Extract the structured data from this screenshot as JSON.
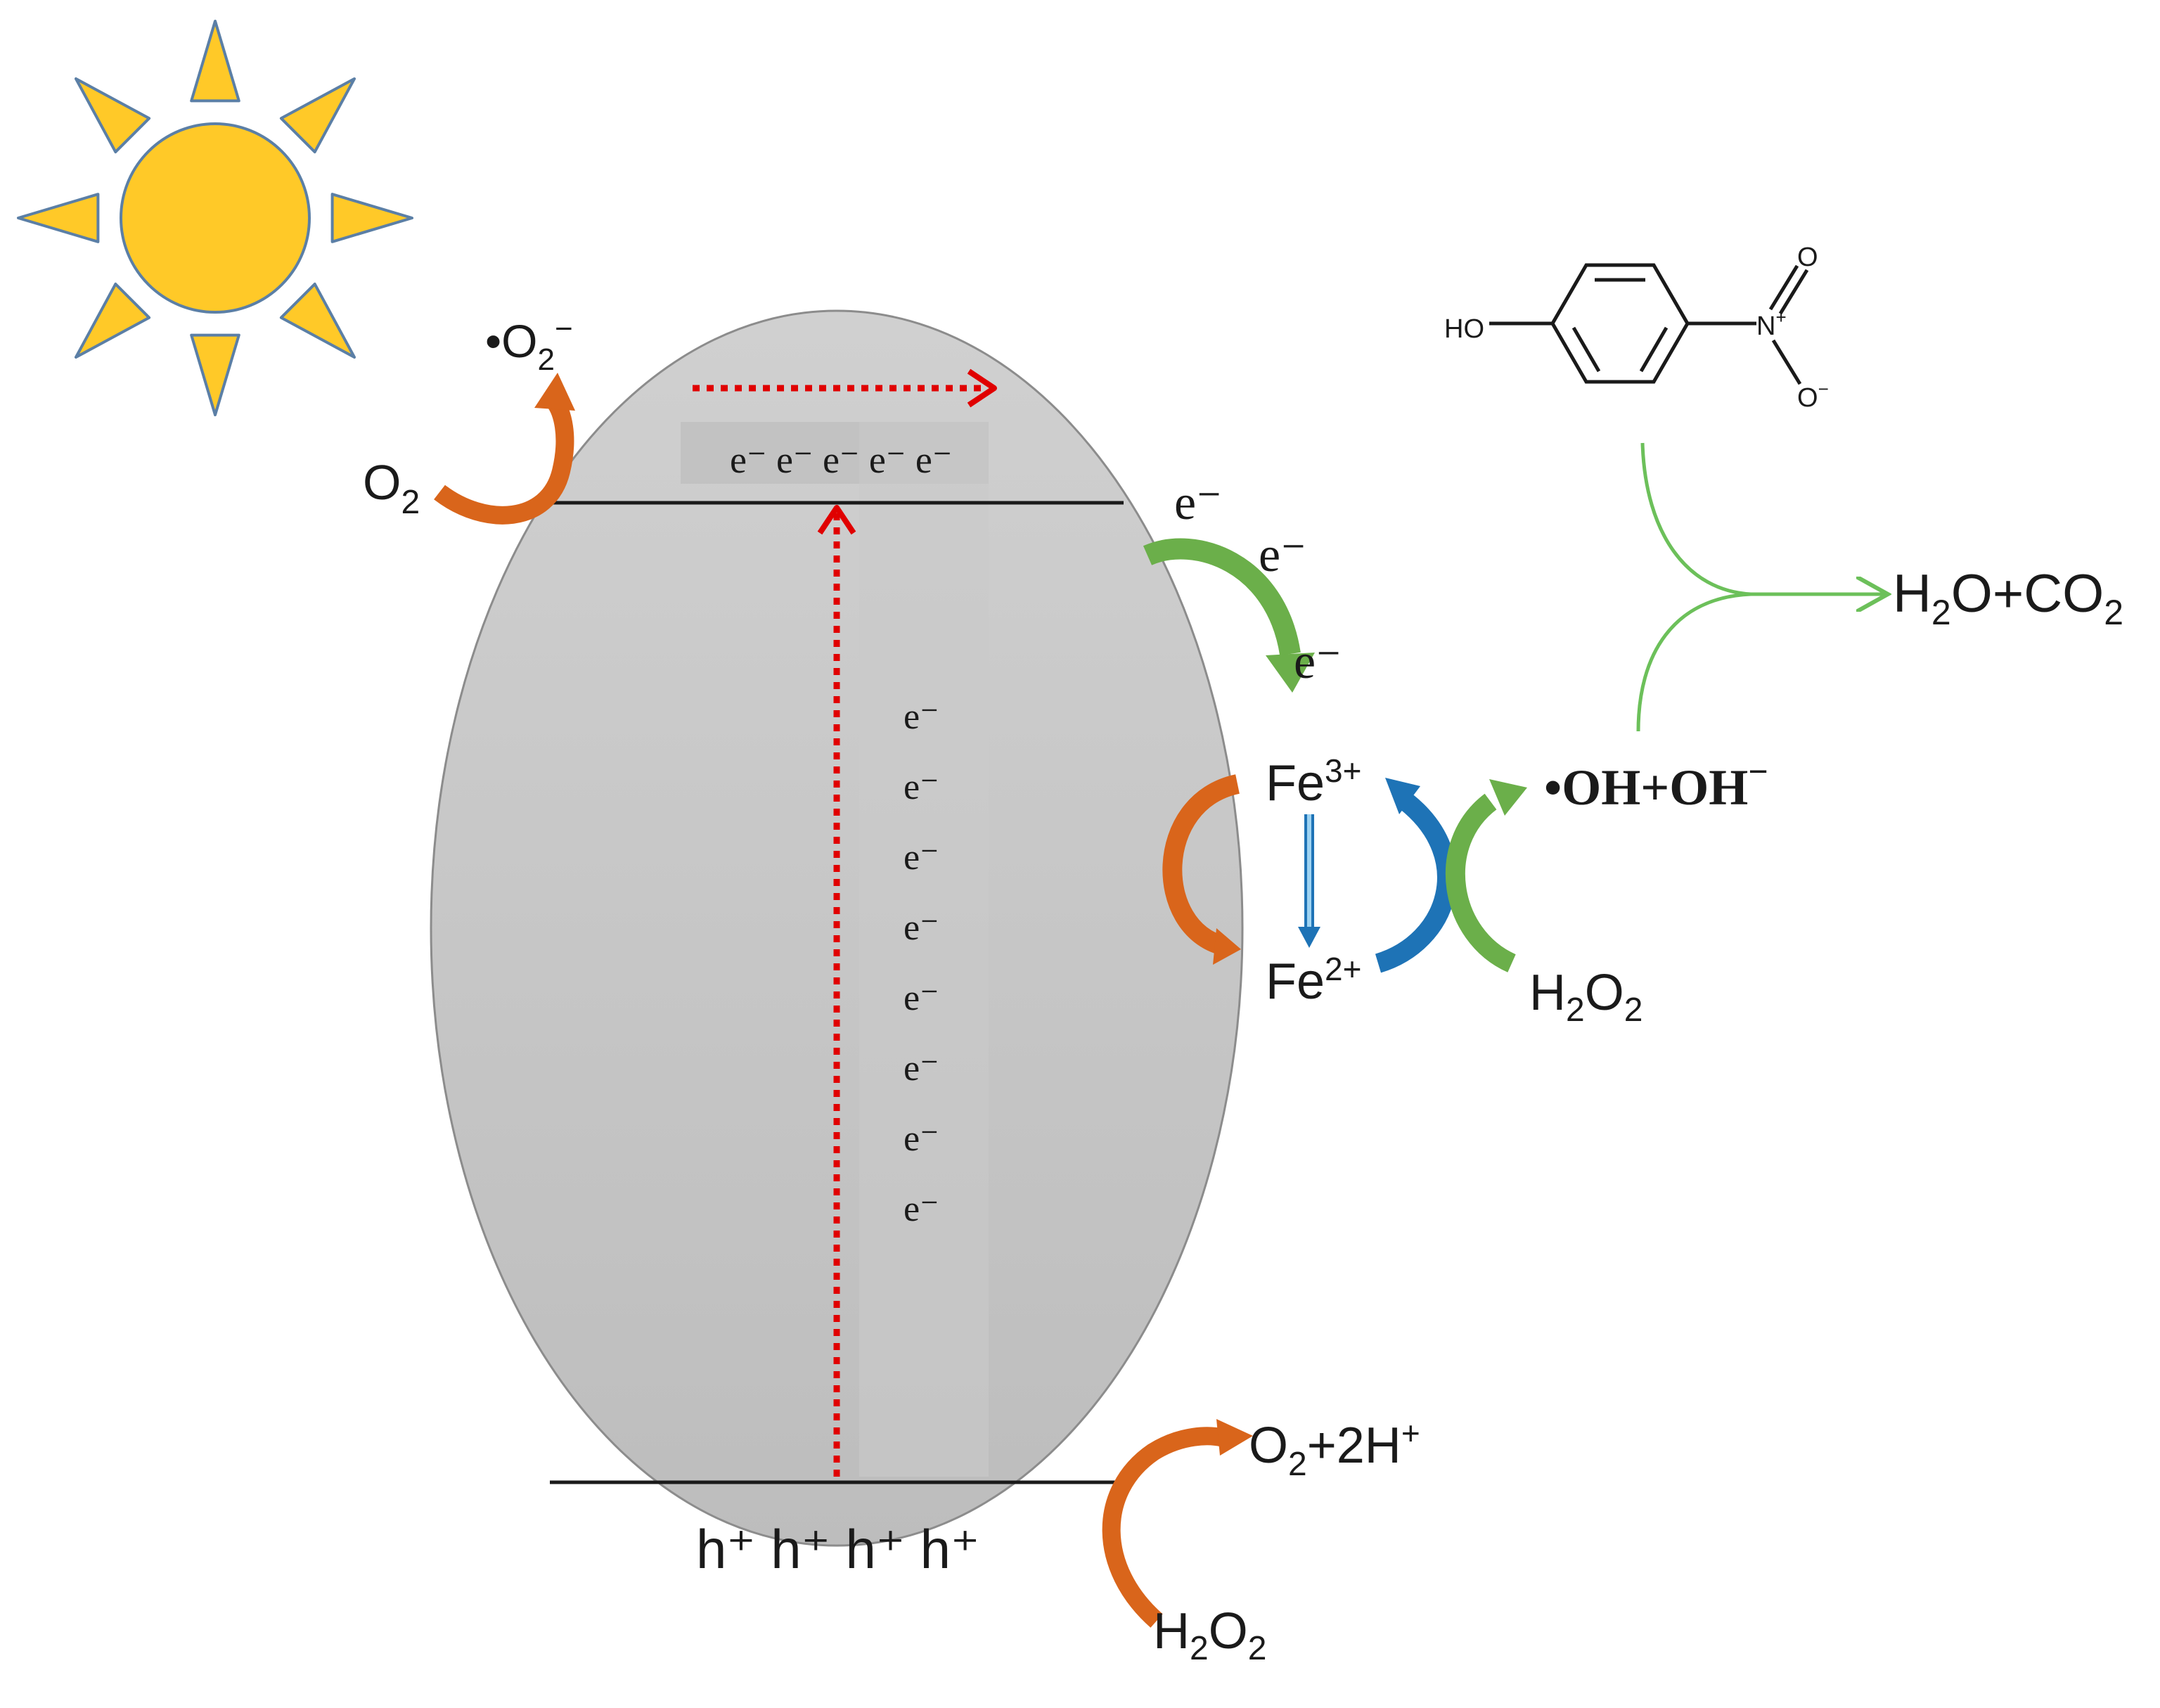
{
  "colors": {
    "sun_fill": "#FFC928",
    "sun_stroke": "#5B7FA6",
    "particle_fill": "#C8C8C8",
    "particle_stroke": "#8C8C8C",
    "band_line": "#1A1A1A",
    "excitation_arrow": "#E00000",
    "orange_arrow": "#D9651B",
    "green_arrow": "#6BAF4A",
    "blue_arrow": "#1E73B6",
    "pnp_arrow": "#6CC05A"
  },
  "labels": {
    "superoxide_prefix": "•O",
    "superoxide_sub": "2",
    "superoxide_sup": "−",
    "o2_base": "O",
    "o2_sub": "2",
    "cb_electrons": "e⁻ e⁻ e⁻ e⁻ e⁻",
    "transfer_e1": "e⁻",
    "transfer_e2": "e⁻",
    "transfer_e3": "e⁻",
    "column_electrons": [
      "e⁻",
      "e⁻",
      "e⁻",
      "e⁻",
      "e⁻",
      "e⁻",
      "e⁻",
      "e⁻"
    ],
    "holes": "h⁺ h⁺ h⁺ h⁺",
    "fe3_base": "Fe",
    "fe3_sup": "3+",
    "fe2_base": "Fe",
    "fe2_sup": "2+",
    "h2o2_right_h": "H",
    "h2o2_right_2a": "2",
    "h2o2_right_o": "O",
    "h2o2_right_2b": "2",
    "radicals": "•OH+OH",
    "radicals_sup": "−",
    "products_h": "H",
    "products_2a": "2",
    "products_mid": "O+CO",
    "products_2b": "2",
    "vb_product_o": "O",
    "vb_product_2": "2",
    "vb_product_rest": "+2H",
    "vb_product_plus": "+",
    "h2o2_bottom_h": "H",
    "h2o2_bottom_2a": "2",
    "h2o2_bottom_o": "O",
    "h2o2_bottom_2b": "2",
    "molecule_ho": "HO",
    "molecule_n": "N",
    "molecule_nplus": "+",
    "molecule_o_top": "O",
    "molecule_o_bottom": "O",
    "molecule_ominus": "−"
  }
}
